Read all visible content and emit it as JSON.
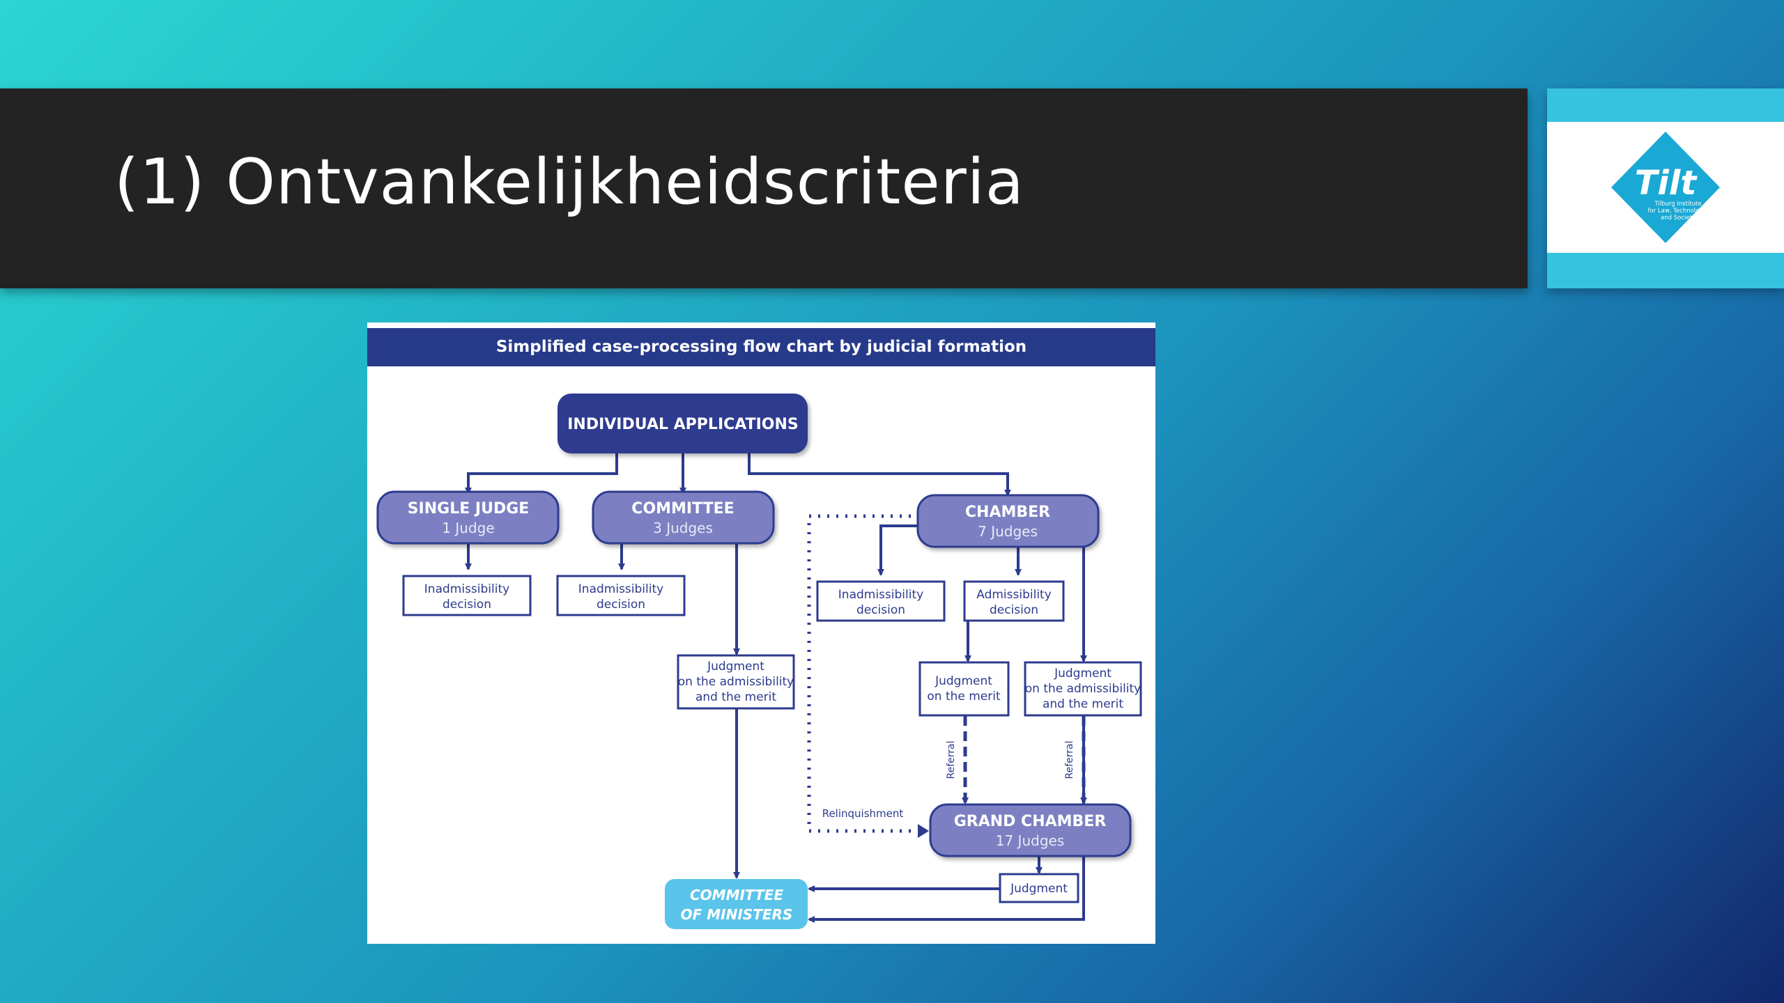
{
  "slide": {
    "title": "(1) Ontvankelijkheidscriteria"
  },
  "logo": {
    "name": "Tilt",
    "subtitle_lines": [
      "Tilburg Institute",
      "for Law, Technology,",
      "and Society"
    ],
    "color": "#1aa8d4"
  },
  "flowchart": {
    "header": "Simplified case-processing flow chart by judicial formation",
    "colors": {
      "header_bg": "#273a8a",
      "main_node": "#2d3b8e",
      "formation_node": "#7b80c2",
      "ministers_node": "#5bc4ea",
      "lines": "#2d3b8e"
    },
    "nodes": {
      "individual_applications": "INDIVIDUAL APPLICATIONS",
      "single_judge": {
        "title": "SINGLE JUDGE",
        "sub": "1 Judge"
      },
      "committee": {
        "title": "COMMITTEE",
        "sub": "3 Judges"
      },
      "chamber": {
        "title": "CHAMBER",
        "sub": "7 Judges"
      },
      "grand_chamber": {
        "title": "GRAND CHAMBER",
        "sub": "17 Judges"
      },
      "committee_of_ministers": [
        "COMMITTEE",
        "OF MINISTERS"
      ]
    },
    "boxes": {
      "sj_inadmissibility": [
        "Inadmissibility",
        "decision"
      ],
      "com_inadmissibility": [
        "Inadmissibility",
        "decision"
      ],
      "com_judgment": [
        "Judgment",
        "on the admissibility",
        "and the merit"
      ],
      "ch_inadmissibility": [
        "Inadmissibility",
        "decision"
      ],
      "ch_admissibility": [
        "Admissibility",
        "decision"
      ],
      "ch_judgment_merit": [
        "Judgment",
        "on the merit"
      ],
      "ch_judgment_admissibility": [
        "Judgment",
        "on the admissibility",
        "and the merit"
      ],
      "gc_judgment": "Judgment"
    },
    "edge_labels": {
      "referral": "Referral",
      "relinquishment": "Relinquishment"
    }
  }
}
